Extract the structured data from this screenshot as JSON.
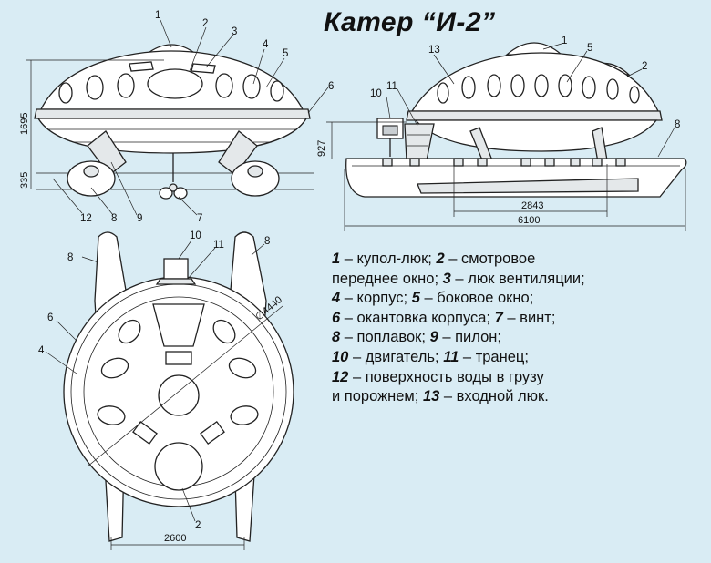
{
  "title": "Катер “И-2”",
  "dimensions": {
    "height_total": "1695",
    "hull_height": "927",
    "draft": "335",
    "float_spacing": "2843",
    "length": "6100",
    "diameter": "∅4440",
    "width": "2600"
  },
  "callouts": [
    "1",
    "2",
    "3",
    "4",
    "5",
    "6",
    "7",
    "8",
    "9",
    "10",
    "11",
    "12",
    "13"
  ],
  "legend": [
    {
      "n": "1",
      "t": "купол-люк;"
    },
    {
      "n": "2",
      "t": "смотровое"
    },
    {
      "t": "переднее окно;"
    },
    {
      "n": "3",
      "t": "люк вентиляции;"
    },
    {
      "n": "4",
      "t": "корпус;"
    },
    {
      "n": "5",
      "t": "боковое окно;"
    },
    {
      "n": "6",
      "t": "окантовка корпуса;"
    },
    {
      "n": "7",
      "t": "винт;"
    },
    {
      "n": "8",
      "t": "поплавок;"
    },
    {
      "n": "9",
      "t": "пилон;"
    },
    {
      "n": "10",
      "t": "двигатель;"
    },
    {
      "n": "11",
      "t": "транец;"
    },
    {
      "n": "12",
      "t": "поверхность воды в грузу"
    },
    {
      "t": "и порожнем;"
    },
    {
      "n": "13",
      "t": "входной люк."
    }
  ],
  "colors": {
    "background": "#d9ecf4",
    "line": "#222222"
  }
}
